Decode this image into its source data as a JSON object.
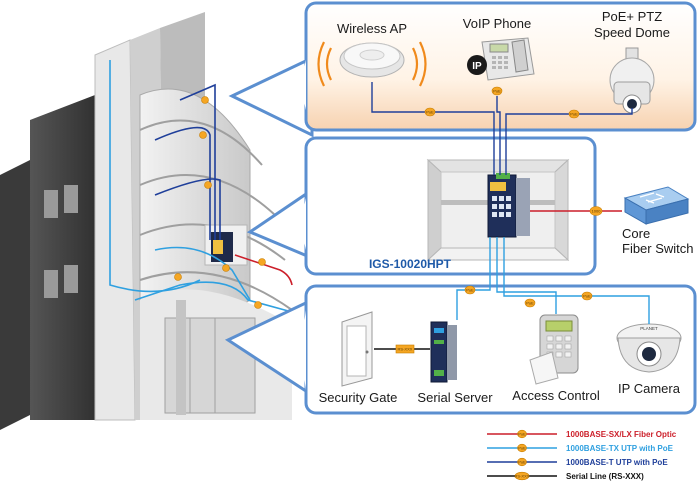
{
  "devices": {
    "wireless_ap": "Wireless AP",
    "voip_phone": "VoIP Phone",
    "ptz_line1": "PoE+ PTZ",
    "ptz_line2": "Speed Dome",
    "core_line1": "Core",
    "core_line2": "Fiber Switch",
    "security_gate": "Security Gate",
    "serial_server": "Serial Server",
    "access_control": "Access Control",
    "ip_camera": "IP Camera"
  },
  "switch_model": "IGS-10020HPT",
  "phone_badge": "IP",
  "camera_brand": "PLANET",
  "badges": {
    "poe": "PoE",
    "fiber": "1000",
    "serial": "RS-XXX"
  },
  "legend": [
    {
      "label": "1000BASE-SX/LX Fiber Optic",
      "color": "#cc1f2a"
    },
    {
      "label": "1000BASE-TX UTP with PoE",
      "color": "#2fa0e0"
    },
    {
      "label": "1000BASE-T UTP with PoE",
      "color": "#1f3f9a"
    },
    {
      "label": "Serial Line (RS-XXX)",
      "color": "#111111"
    }
  ],
  "colors": {
    "panel_border": "#5b8fd0",
    "panel_fill": "#ffffff",
    "fiber": "#cc1f2a",
    "utp_poe_light": "#2fa0e0",
    "utp_poe_dark": "#1f3f9a",
    "badge": "#f5a623"
  }
}
